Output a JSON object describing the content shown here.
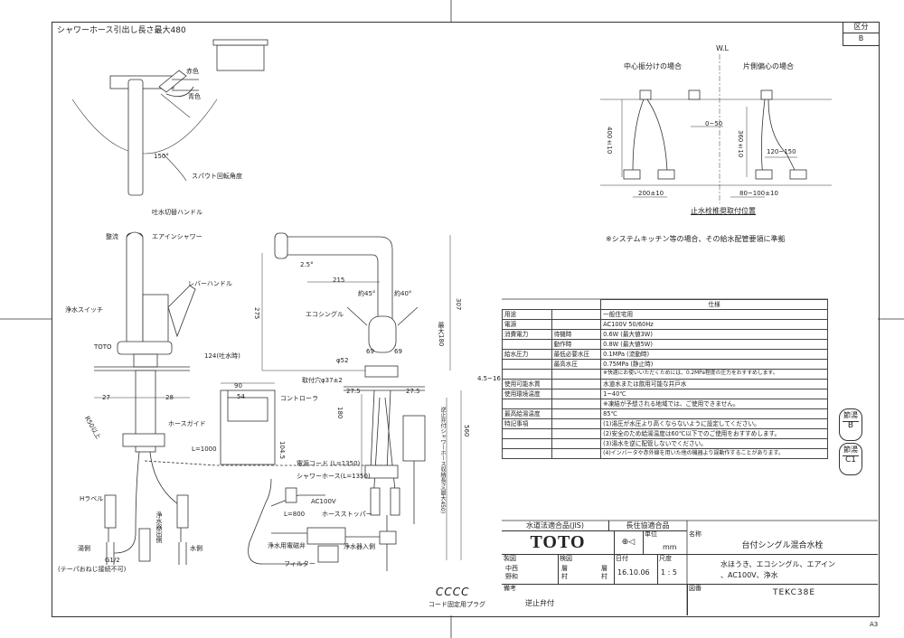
{
  "header": {
    "hose_note": "シャワーホース引出し長さ最大480",
    "kubun_label": "区分",
    "kubun_value": "B"
  },
  "top_view": {
    "red": "赤色",
    "blue": "青色",
    "angle": "150°",
    "spout_rotation": "スパウト回転角度"
  },
  "side_view": {
    "handle": "吐水切替ハンドル",
    "rectifier": "整流",
    "air_in_shower": "エアインシャワー",
    "lever": "レバーハンドル",
    "purify_switch": "浄水スイッチ",
    "toto": "TOTO",
    "dim_124": "124(吐水時)",
    "dim_27": "27",
    "dim_28": "28",
    "r50": "R50以上",
    "hose_guide": "ホースガイド",
    "l1000": "L=1000",
    "h_label": "Hラベル",
    "hot_side": "湯側",
    "cold_side": "水側",
    "purified_out": "浄水器出側",
    "g12": "G1/2",
    "taper_note": "(テーパおねじ接続不可)"
  },
  "front_view": {
    "angle_25": "2.5°",
    "dim_215": "215",
    "dim_275": "275",
    "dim_307": "307",
    "eco_single": "エコシングル",
    "dim_45a": "約45°",
    "dim_40": "約40°",
    "max180": "最大180",
    "dim_69a": "69",
    "dim_69b": "69",
    "phi52": "φ52",
    "mount_hole": "取付穴φ37±2",
    "dim_275b": "27.5",
    "dim_275c": "27.5",
    "dim_180": "180",
    "dim_560": "560",
    "hose_note_v": "逆止弁付シャワーホース収納長さ(最大450)",
    "t45_16": "4.5~16"
  },
  "controller": {
    "dim_90": "90",
    "dim_54": "54",
    "controller": "コントローラ",
    "dim_1045": "104.5",
    "cord": "電源コード (L=1350)",
    "shower_hose": "シャワーホース(L=1350)",
    "ac100v": "AC100V",
    "l800": "L=800",
    "hose_stopper": "ホースストッパー",
    "solenoid": "浄水用電磁弁",
    "purifier_in": "浄水器入側",
    "filter": "フィルター",
    "plug": "コード固定用プラグ"
  },
  "schematic": {
    "wl": "W.L",
    "center": "中心振分けの場合",
    "side": "片側偏心の場合",
    "d400": "400±10",
    "d0_50": "0~50",
    "d360": "360±10",
    "d120_150": "120~150",
    "d200": "200±10",
    "d80_100": "80~100±10",
    "caption": "止水栓推奨取付位置",
    "note": "※システムキッチン等の場合、その給水配管要領に準拠"
  },
  "spec": {
    "title": "仕様",
    "rows": [
      [
        "用途",
        "",
        "一般住宅用"
      ],
      [
        "電源",
        "",
        "AC100V 50/60Hz"
      ],
      [
        "消費電力",
        "待機時",
        "0.6W (最大値3W)"
      ],
      [
        "",
        "動作時",
        "0.8W (最大値5W)"
      ],
      [
        "給水圧力",
        "最低必要水圧",
        "0.1MPa (流動時)"
      ],
      [
        "",
        "最高水圧",
        "0.75MPa (静止時)"
      ],
      [
        "",
        "",
        "※快適にお使いいただくためには、0.2MPa程度の圧力をおすすめします。"
      ],
      [
        "使用可能水質",
        "",
        "水道水または飲用可能な井戸水"
      ],
      [
        "使用環境温度",
        "",
        "1~40℃"
      ],
      [
        "",
        "",
        "※凍結が予想される地域では、ご使用できません。"
      ],
      [
        "最高給湯温度",
        "",
        "85℃"
      ],
      [
        "特記事項",
        "",
        "(1)湯圧が水圧より高くならないように設定してください。"
      ],
      [
        "",
        "",
        "(2)安全のため給湯温度は60℃以下でのご使用をおすすめします。"
      ],
      [
        "",
        "",
        "(3)湯水を逆に配管しないでください。"
      ],
      [
        "",
        "",
        "(4)インバータや赤外線を用いた他の機器より誤動作することがあります。"
      ]
    ]
  },
  "seals": {
    "s1": "節湯",
    "s1b": "B",
    "s2": "節湯",
    "s2b": "C1"
  },
  "title_block": {
    "jis": "水道法適合品(JIS)",
    "chotai": "長住協適合品",
    "brand": "TOTO",
    "unit_label": "単位",
    "unit": "mm",
    "name_label": "名称",
    "name": "台付シングル混合水栓",
    "drawn_label": "製図",
    "drawn_name1": "中西",
    "drawn_name2": "野和",
    "check_label": "検図",
    "check_name1": "層",
    "check_name2": "村",
    "check_name3": "層",
    "check_name4": "村",
    "date_label": "日付",
    "date": "16.10.06",
    "scale_label": "尺度",
    "scale": "1 : 5",
    "desc1": "水ほうき、エコシングル、エアイン",
    "desc2": "、AC100V、浄水",
    "remark_label": "備考",
    "remark": "逆止弁付",
    "drawing_no_label": "図番",
    "drawing_no": "TEKC38E",
    "paper": "A3"
  },
  "stamp": {
    "text": "CCCC"
  }
}
